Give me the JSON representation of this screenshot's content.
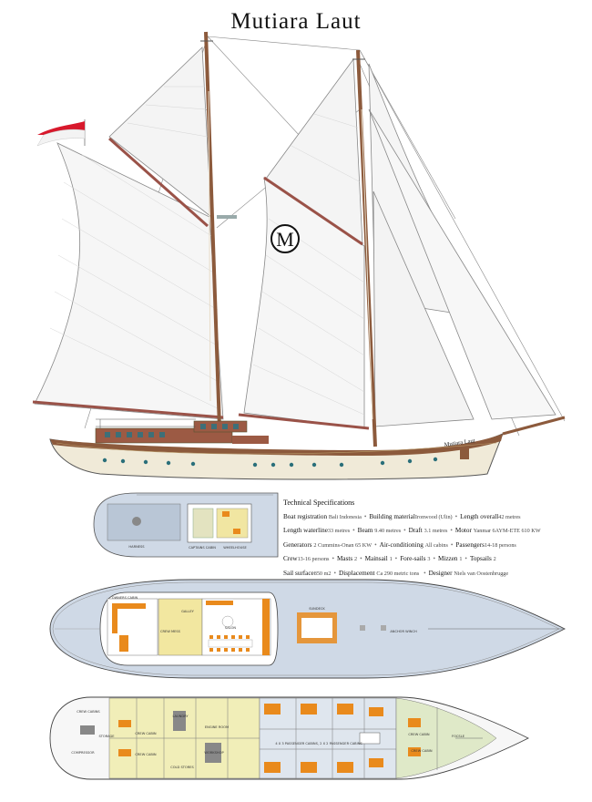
{
  "title": "Mutiara Laut",
  "logo_monogram": "M",
  "hull_name": "Mutiara Laut",
  "specs": {
    "heading": "Technical Specifications",
    "items": [
      {
        "label": "Boat registration",
        "value": "Bali Indonesia"
      },
      {
        "label": "Building material",
        "value": "Ironwood (Ulin)"
      },
      {
        "label": "Length overall",
        "value": "42 metres"
      },
      {
        "label": "Length waterline",
        "value": "33 metres"
      },
      {
        "label": "Beam",
        "value": "9.40 metres"
      },
      {
        "label": "Draft",
        "value": "3.1 metres"
      },
      {
        "label": "Motor",
        "value": "Yanmar 6AYM-ETE 610 KW"
      },
      {
        "label": "Generators",
        "value": "2 Cummins-Onan 65 KW"
      },
      {
        "label": "Air-conditioning",
        "value": "All cabins"
      },
      {
        "label": "Passengers",
        "value": "14-18 persons"
      },
      {
        "label": "Crew",
        "value": "13-16 persons"
      },
      {
        "label": "Masts",
        "value": "2"
      },
      {
        "label": "Mainsail",
        "value": "1"
      },
      {
        "label": "Fore-sails",
        "value": "3"
      },
      {
        "label": "Mizzen",
        "value": "1"
      },
      {
        "label": "Topsails",
        "value": "2"
      },
      {
        "label": "Sail surface",
        "value": "850 m2"
      },
      {
        "label": "Displacement",
        "value": "Ca 290 metric tons"
      },
      {
        "label": "Designer",
        "value": "Niels van Oostenbrugge"
      }
    ]
  },
  "labels": {
    "upper": [
      "HARNESS",
      "CAPTAINS CABIN",
      "WHEELHOUSE"
    ],
    "main": [
      "OWNERS CABIN",
      "GALLEY",
      "CREW MESS",
      "SALON",
      "SUNDECK",
      "ANCHOR WINCH"
    ],
    "lower": [
      "CREW CABINS",
      "STORAGE",
      "COMPRESSOR",
      "CREW CABIN",
      "CREW CABIN",
      "LAUNDRY",
      "ENGINE ROOM",
      "WORKSHOP",
      "COLD STORES",
      "4 X 3 PASSENGER CABINS, 2 X 2 PASSENGER CABINS",
      "CREW CABIN",
      "CREW CABIN",
      "FOCSLE"
    ]
  }
}
